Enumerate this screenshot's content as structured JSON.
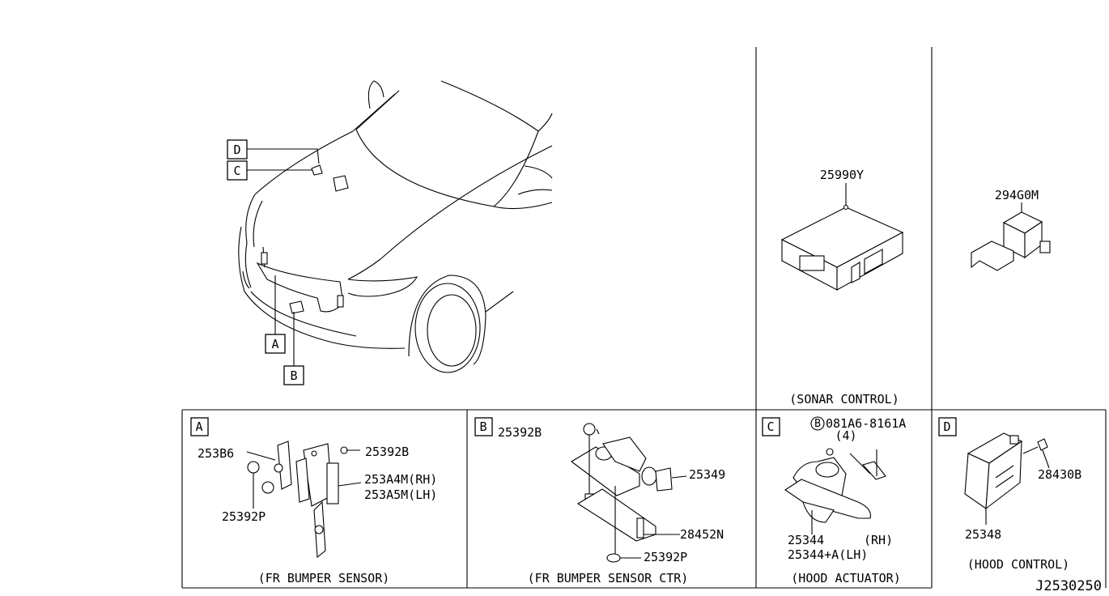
{
  "callouts": {
    "A": "A",
    "B": "B",
    "C": "C",
    "D": "D"
  },
  "upper": {
    "sonar_part": "25990Y",
    "sonar_caption": "(SONAR CONTROL)",
    "hood_unit_part": "294G0M"
  },
  "panel_a": {
    "label": "A",
    "parts": [
      "253B6",
      "25392B",
      "253A4M(RH)",
      "253A5M(LH)",
      "25392P"
    ],
    "caption": "(FR BUMPER SENSOR)"
  },
  "panel_b": {
    "label": "B",
    "parts": [
      "25392B",
      "25349",
      "28452N",
      "25392P"
    ],
    "caption": "(FR BUMPER SENSOR CTR)"
  },
  "panel_c": {
    "label": "C",
    "bolt_marker": "B",
    "bolt_part": "081A6-8161A",
    "bolt_qty": "(4)",
    "part_rh": "25344",
    "part_rh_side": "(RH)",
    "part_lh": "25344+A(LH)",
    "caption": "(HOOD ACTUATOR)"
  },
  "panel_d": {
    "label": "D",
    "parts": [
      "28430B",
      "25348"
    ],
    "caption": "(HOOD CONTROL)"
  },
  "drawing_number": "J2530250"
}
